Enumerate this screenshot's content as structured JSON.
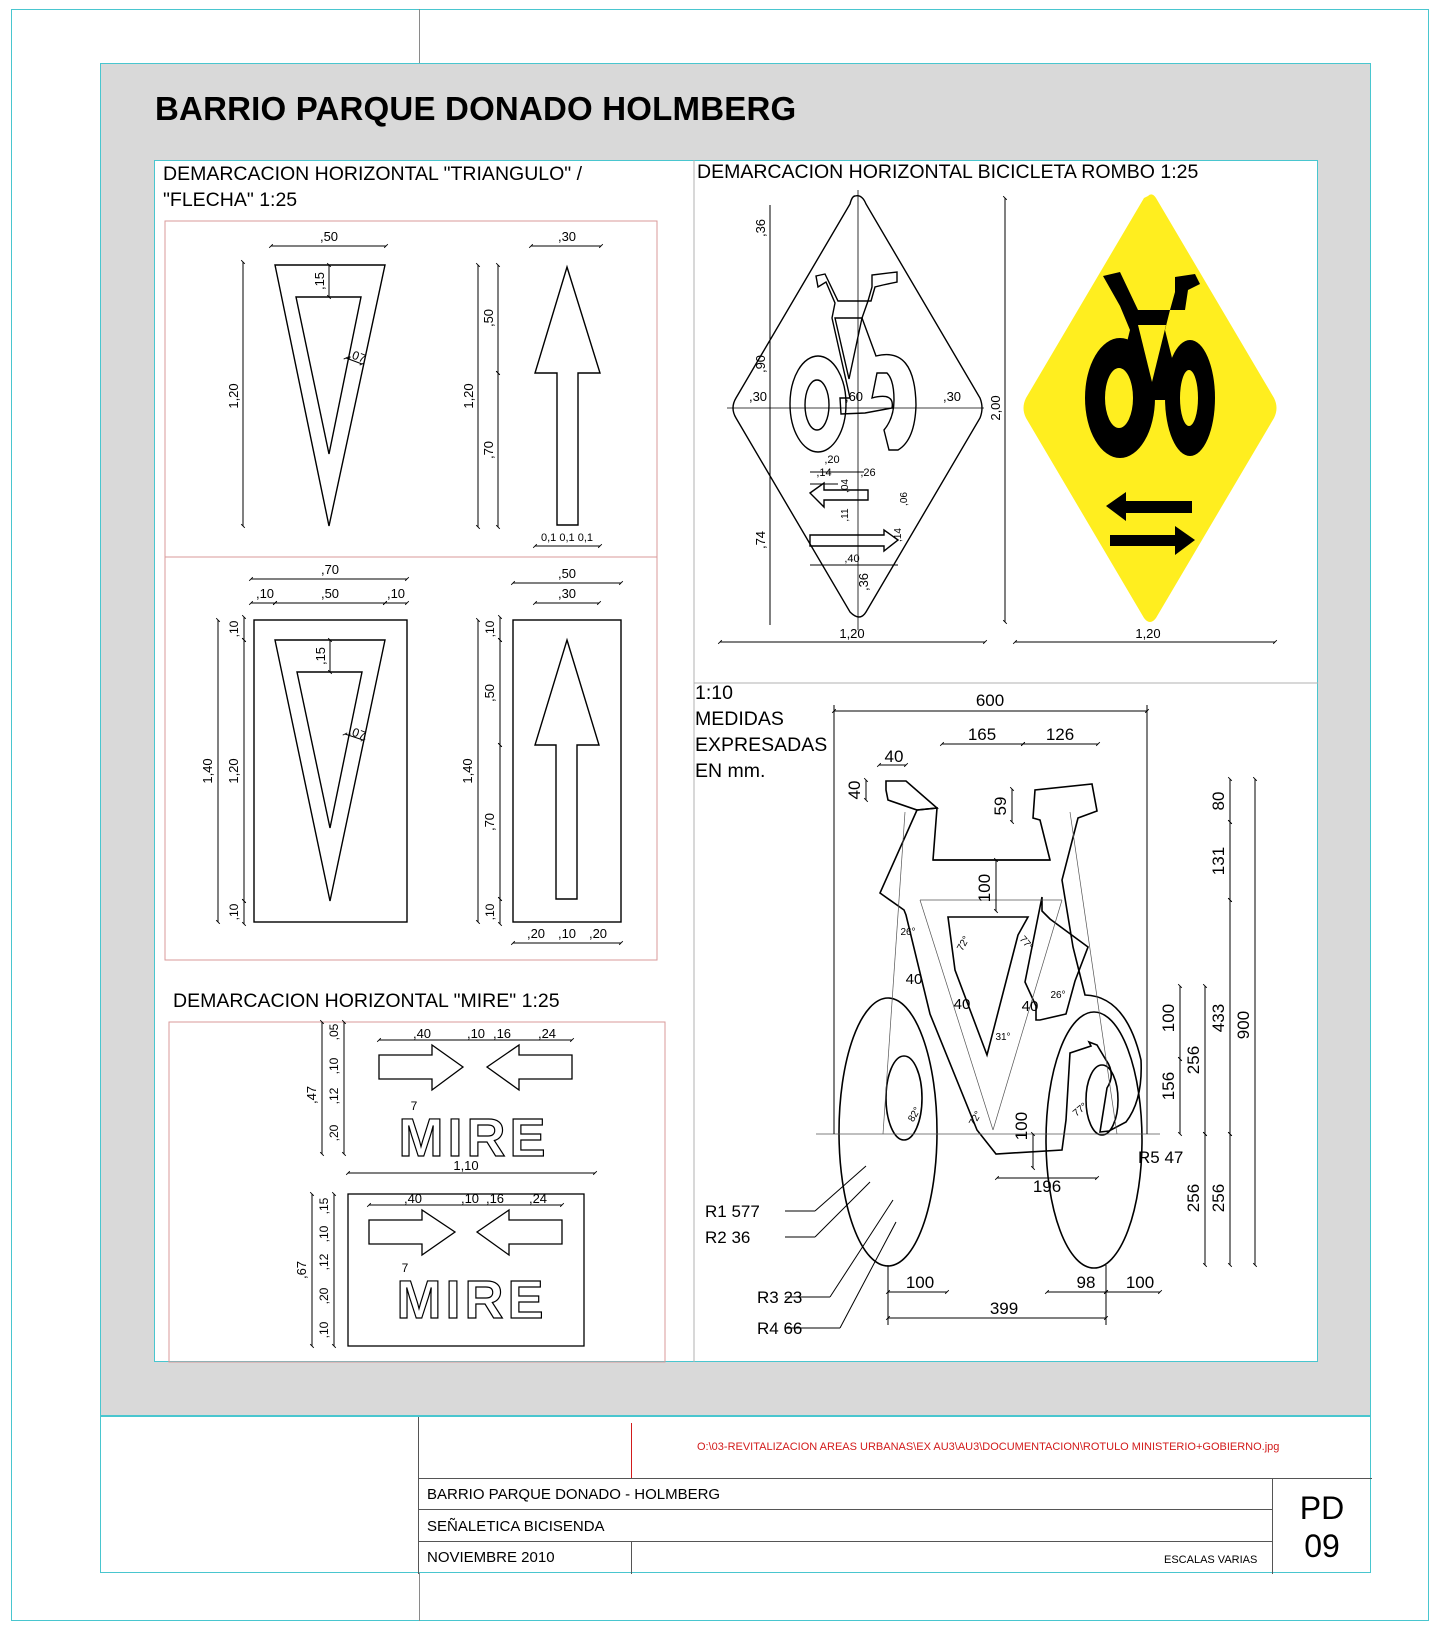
{
  "title": "BARRIO PARQUE DONADO HOLMBERG",
  "sections": {
    "triangle_arrow": "DEMARCACION HORIZONTAL \"TRIANGULO\" /\n\"FLECHA\" 1:25",
    "triangle_arrow_l1": "DEMARCACION HORIZONTAL \"TRIANGULO\" /",
    "triangle_arrow_l2": "\"FLECHA\" 1:25",
    "bike_rhombus": "DEMARCACION HORIZONTAL BICICLETA ROMBO 1:25",
    "mire": "DEMARCACION HORIZONTAL \"MIRE\" 1:25",
    "bike_detail_l1": "1:10",
    "bike_detail_l2": "MEDIDAS",
    "bike_detail_l3": "EXPRESADAS",
    "bike_detail_l4": "EN mm."
  },
  "dims": {
    "tri": {
      "w": ",50",
      "h": "1,20",
      "t": ",15",
      "s": ",07"
    },
    "arr": {
      "w": ",30",
      "h": "1,20",
      "top": ",50",
      "bot": ",70",
      "base": "0,1  0,1  0,1"
    },
    "tri2": {
      "w": ",70",
      "a": ",10",
      "b": ",50",
      "c": ",10",
      "h": "1,40",
      "inner": "1,20",
      "top": ",10",
      "bot": ",10",
      "t": ",15",
      "s": ",07"
    },
    "arr2": {
      "w": ",50",
      "w2": ",30",
      "h": "1,40",
      "top": ",10",
      "mid": ",50",
      "low": ",70",
      "bot": ",10",
      "base_a": ",20",
      "base_b": ",10",
      "base_c": ",20"
    },
    "rh": {
      "top": ",36",
      "mid": ",90",
      "bot": ",74",
      "bot2": ",36",
      "l": ",30",
      "c": ",60",
      "r": ",30",
      "w": "1,20",
      "w2": "1,20",
      "h": "2,00",
      "a20": ",20",
      "a14": ",14",
      "a26": ",26",
      "a04": ",04",
      "a11": ",11",
      "a06": ",06",
      "a14b": ",14",
      "a40": ",40"
    },
    "mire": {
      "a": ",40",
      "b": ",10",
      "c": ",16",
      "d": ",24",
      "h": ",47",
      "h1": ",05",
      "h2": ",10",
      "h3": ",12",
      "h4": ",20",
      "seven": "7",
      "w": "1,10",
      "word": "MIRE",
      "h2t": ",67",
      "k1": ",15",
      "k2": ",10",
      "k3": ",12",
      "k4": ",20",
      "k5": ",10"
    },
    "bike": {
      "w600": "600",
      "w165": "165",
      "w126": "126",
      "w40": "40",
      "h40": "40",
      "h59": "59",
      "h80": "80",
      "h131": "131",
      "h100a": "100",
      "h100b": "100",
      "h256a": "256",
      "h156": "156",
      "h433": "433",
      "h900": "900",
      "h100c": "100",
      "h256b": "256",
      "h256c": "256",
      "r5": "R5 47",
      "w196": "196",
      "r1": "R1 577",
      "r2": "R2  36",
      "r3": "R3 23",
      "r4": "R4 66",
      "b100": "100",
      "b98": "98",
      "b100b": "100",
      "b399": "399",
      "g40a": "40",
      "g40b": "40",
      "g40c": "40",
      "ang26a": "26°",
      "ang72a": "72°",
      "ang77a": "77°",
      "ang26b": "26°",
      "ang31": "31°",
      "ang82": "82°",
      "ang72b": "72°",
      "ang77b": "77°"
    }
  },
  "colors": {
    "cyan": "#49c6cf",
    "yellow": "#ffee1f",
    "red": "#d21b1b",
    "grey": "#d9d9d9"
  },
  "title_block": {
    "path": "O:\\03-REVITALIZACION AREAS URBANAS\\EX AU3\\AU3\\DOCUMENTACION\\ROTULO MINISTERIO+GOBIERNO.jpg",
    "project": "BARRIO PARQUE  DONADO - HOLMBERG",
    "subject": "SEÑALETICA BICISENDA",
    "date": "NOVIEMBRE 2010",
    "scale": "ESCALAS VARIAS",
    "code_l1": "PD",
    "code_l2": "09"
  }
}
